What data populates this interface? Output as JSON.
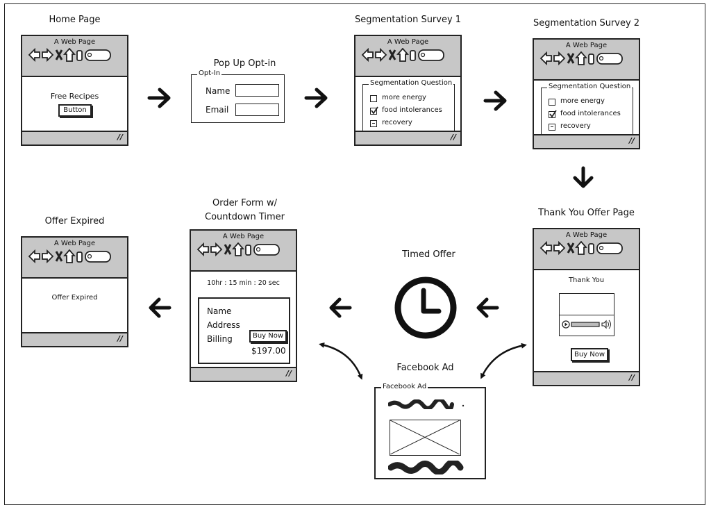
{
  "browser": {
    "window_title": "A Web Page"
  },
  "steps": {
    "home": {
      "title": "Home Page",
      "text": "Free Recipes",
      "button": "Button"
    },
    "popup": {
      "title": "Pop Up Opt-in",
      "group": "Opt-In",
      "name_label": "Name",
      "email_label": "Email"
    },
    "survey1": {
      "title": "Segmentation Survey 1",
      "group": "Segmentation Question",
      "options": [
        "more energy",
        "food intolerances",
        "recovery"
      ]
    },
    "survey2": {
      "title": "Segmentation Survey 2",
      "group": "Segmentation Question",
      "options": [
        "more energy",
        "food intolerances",
        "recovery"
      ]
    },
    "thanks": {
      "title": "Thank You Offer Page",
      "heading": "Thank You",
      "button": "Buy Now"
    },
    "timed": {
      "title": "Timed Offer"
    },
    "order": {
      "title_line1": "Order Form w/",
      "title_line2": "Countdown Timer",
      "timer": "10hr : 15 min : 20 sec",
      "fields": [
        "Name",
        "Address",
        "Billing"
      ],
      "button": "Buy Now",
      "price": "$197.00"
    },
    "expired": {
      "title": "Offer Expired",
      "text": "Offer Expired"
    },
    "facebook": {
      "title": "Facebook Ad",
      "group": "Facebook Ad"
    }
  },
  "colors": {
    "ink": "#222222",
    "chrome": "#c7c7c7",
    "background": "#ffffff"
  }
}
